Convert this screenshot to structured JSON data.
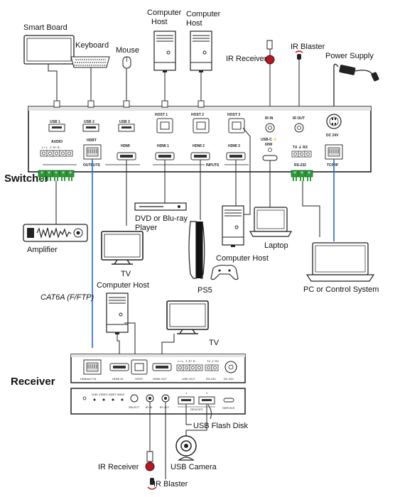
{
  "devices": {
    "smart_board": "Smart  Board",
    "keyboard": "Keyboard",
    "mouse": "Mouse",
    "host1_line1": "Computer",
    "host1_line2": "Host",
    "host2_line1": "Computer",
    "host2_line2": "Host",
    "ir_receiver_top": "IR Receiver",
    "ir_blaster_top": "IR Blaster",
    "power_supply": "Power Supply",
    "switcher": "Switcher",
    "amplifier": "Amplifier",
    "dvd_line1": "DVD or Blu-ray",
    "dvd_line2": "Player",
    "tv1": "TV",
    "ps5": "PS5",
    "host3": "Computer Host",
    "laptop": "Laptop",
    "pc_control": "PC or Control System",
    "cable": "CAT6A (F/FTP)",
    "host4": "Computer Host",
    "tv2": "TV",
    "receiver": "Receiver",
    "usb_flash": "USB Flash Disk",
    "ir_receiver_bottom": "IR Receiver",
    "usb_camera": "USB Camera",
    "ir_blaster_bottom": "IR Blaster"
  },
  "switcher_panel": {
    "usb1": "USB 1",
    "usb2": "USB 2",
    "usb3": "USB 3",
    "host1": "HOST 1",
    "host2": "HOST 2",
    "host3": "HOST 3",
    "ir_in": "IR IN",
    "ir_out": "IR OUT",
    "dc": "DC 24V",
    "audio": "AUDIO",
    "audio_pins": "L+  L-   ⏚  R+  R-",
    "hdbt": "HDBT",
    "hdmi_out": "HDMI",
    "hdmi1": "HDMI 1",
    "hdmi2": "HDMI 2",
    "hdmi3": "HDMI 3",
    "usbc_line1": "USB-C ⚡",
    "usbc_line2": "60W",
    "txrx": "TX  ⏚  RX",
    "rs232": "RS-232",
    "outputs": "OUTPUTS",
    "inputs": "INPUTS",
    "tcpip": "TCP/IP"
  },
  "receiver_panel": {
    "hdbaset_in": "HDBaseT IN",
    "hdmi_in": "HDMI IN",
    "host": "HOST",
    "hdmi_out": "HDMI OUT",
    "line_pins": "L+  L-   ⏚  R+  R-",
    "line_out": "LINE OUT",
    "txrx": "TX  ⏚  RX",
    "rs232": "RS-232",
    "dc": "DC 24V",
    "leds": "LINK   VIDEO  HDBT   HDMI",
    "select": "SELECT",
    "ir_in": "IR IN",
    "ir_out": "IR OUT",
    "port1": "1",
    "port2": "2",
    "devices": "DEVICES",
    "service": "SERVICE"
  }
}
